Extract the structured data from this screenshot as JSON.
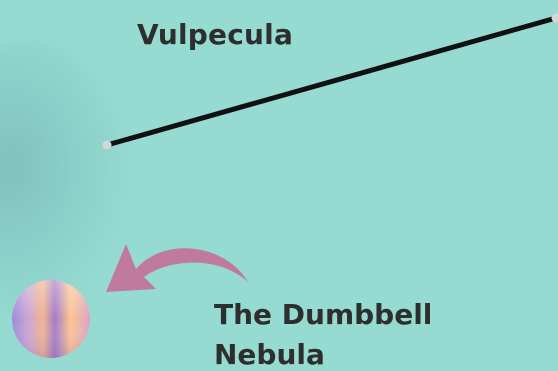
{
  "colors": {
    "background": "#96dbd2",
    "text": "#2e2e2e",
    "constellation_line": "#111111",
    "star": "#d6d6d6",
    "arrow": "#c07a9c",
    "nebula_gradient": [
      "#9f8ad6",
      "#f2b38e",
      "#a37ac9",
      "#ffc58f"
    ]
  },
  "constellation": {
    "name": "Vulpecula"
  },
  "object": {
    "name": "The Dumbbell Nebula"
  },
  "icons": {
    "pointer": "curved-arrow-icon",
    "object_marker": "nebula-orb"
  }
}
